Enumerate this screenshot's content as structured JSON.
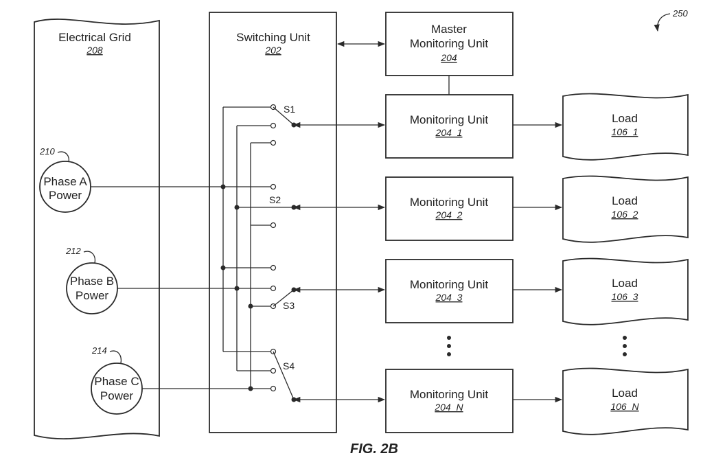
{
  "diagram": {
    "reference_number": "250",
    "figure_label": "FIG. 2B",
    "grid": {
      "label": "Electrical Grid",
      "ref": "208"
    },
    "switching_unit": {
      "label": "Switching Unit",
      "ref": "202"
    },
    "master": {
      "label_line1": "Master",
      "label_line2": "Monitoring Unit",
      "ref": "204"
    },
    "phases": [
      {
        "line1": "Phase A",
        "line2": "Power",
        "ref": "210"
      },
      {
        "line1": "Phase B",
        "line2": "Power",
        "ref": "212"
      },
      {
        "line1": "Phase C",
        "line2": "Power",
        "ref": "214"
      }
    ],
    "switches": [
      "S1",
      "S2",
      "S3",
      "S4"
    ],
    "monitors": [
      {
        "label": "Monitoring Unit",
        "ref": "204_1"
      },
      {
        "label": "Monitoring Unit",
        "ref": "204_2"
      },
      {
        "label": "Monitoring Unit",
        "ref": "204_3"
      },
      {
        "label": "Monitoring Unit",
        "ref": "204_N"
      }
    ],
    "loads": [
      {
        "label": "Load",
        "ref": "106_1"
      },
      {
        "label": "Load",
        "ref": "106_2"
      },
      {
        "label": "Load",
        "ref": "106_3"
      },
      {
        "label": "Load",
        "ref": "106_N"
      }
    ]
  }
}
